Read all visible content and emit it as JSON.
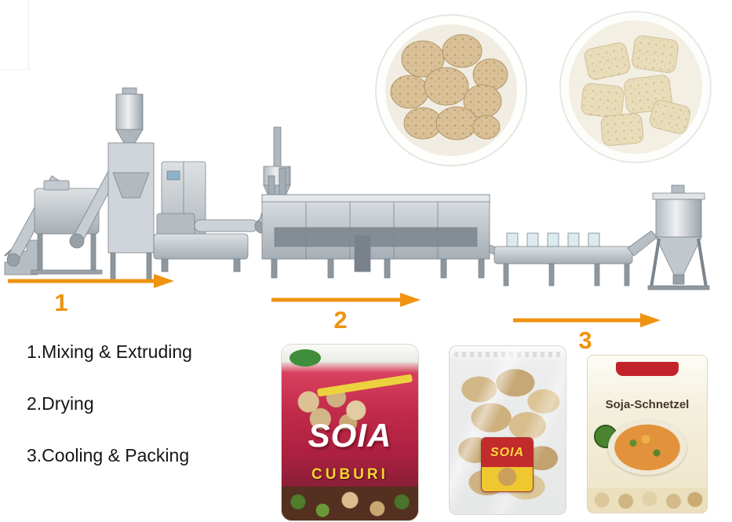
{
  "diagram": {
    "name": "soya-protein-production-line-process",
    "steps": [
      {
        "arrow_label": "1",
        "description": "1.Mixing & Extruding"
      },
      {
        "arrow_label": "2",
        "description": "2.Drying"
      },
      {
        "arrow_label": "3",
        "description": "3.Cooling & Packing"
      }
    ]
  },
  "product_photos": {
    "bowl_left": "bowl-of-round-soy-protein-chunks",
    "bowl_right": "bowl-of-flat-soy-protein-chips"
  },
  "bags": {
    "bag1": {
      "brand": "SOIA",
      "variant": "CUBURI"
    },
    "bag2": {
      "label": "SOIA"
    },
    "bag3": {
      "title": "Soja-Schnetzel"
    }
  },
  "colors": {
    "arrow": "#ef9310",
    "machine_steel": "#c3cad0",
    "chunk_tan": "#d9c096",
    "bag1_red": "#bc2746",
    "bag2_label_red": "#c22b2b",
    "bag2_label_yellow": "#eec731",
    "text": "#151515"
  }
}
